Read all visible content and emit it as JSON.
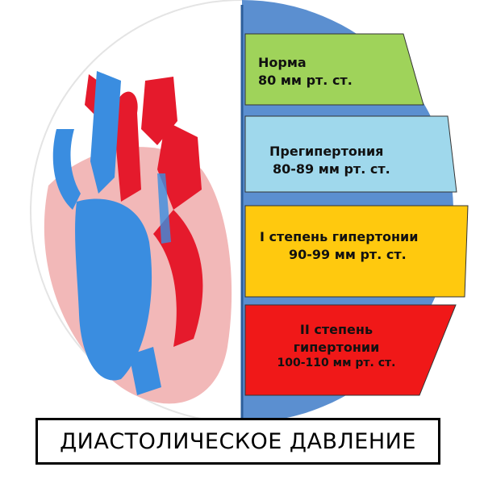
{
  "caption": "ДИАСТОЛИЧЕСКОЕ ДАВЛЕНИЕ",
  "illustration": {
    "icon": "heart-anatomy-icon",
    "colors": {
      "veins": "#3a8de0",
      "arteries": "#e51a2c",
      "muscle": "#f2b8b8"
    }
  },
  "bands": [
    {
      "line1": "Норма",
      "line2": "80 мм рт. ст.",
      "line3": "",
      "color": "#9fd35a"
    },
    {
      "line1": "Прегипертония",
      "line2": "80-89 мм рт. ст.",
      "line3": "",
      "color": "#9fd8ec"
    },
    {
      "line1": "I степень гипертонии",
      "line2": "90-99 мм рт. ст.",
      "line3": "",
      "color": "#ffc90e"
    },
    {
      "line1": "II степень",
      "line2": "гипертонии",
      "line3": "100-110 мм рт. ст.",
      "color": "#f01818"
    }
  ],
  "disc_color": "#5b8fd0"
}
